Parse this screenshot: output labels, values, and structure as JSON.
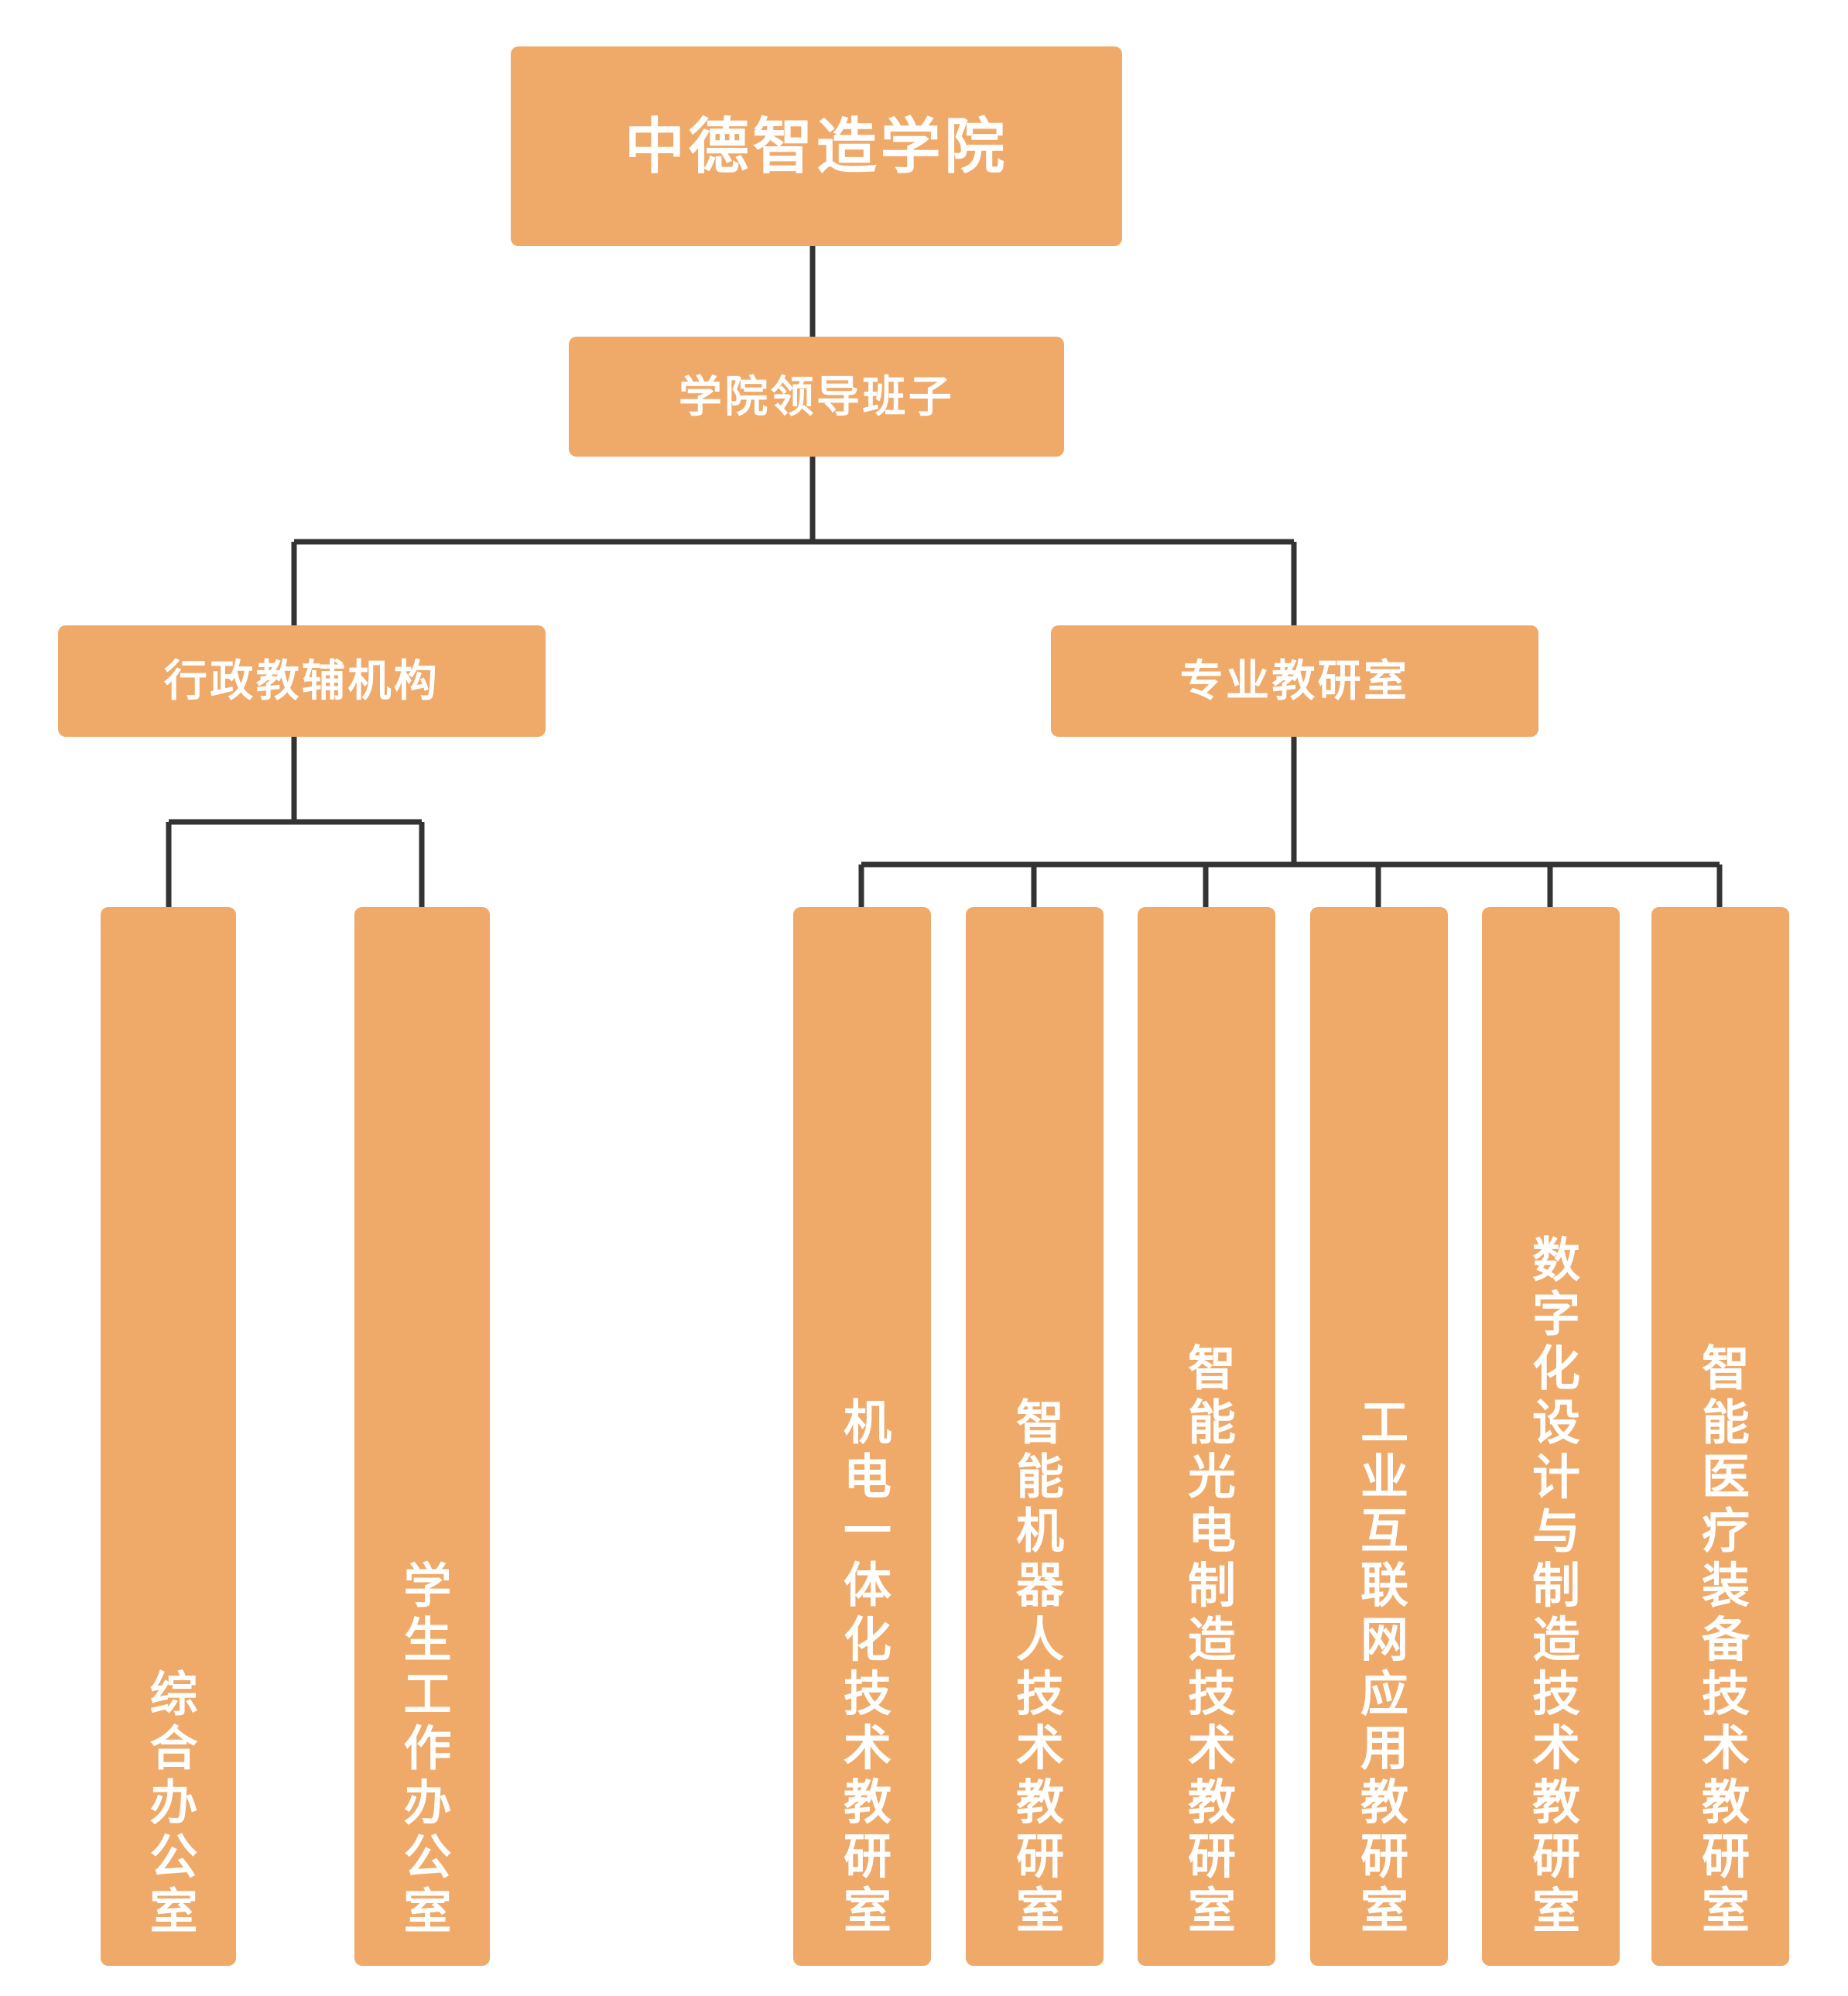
{
  "chart_data": {
    "type": "diagram",
    "diagram_type": "organizational-chart",
    "title": "中德智造学院 组织架构图",
    "orientation": "top-down",
    "node_fill_color": "#efa968",
    "node_text_color": "#ffffff",
    "connector_color": "#333333",
    "background_color": "#ffffff",
    "nodes": [
      {
        "id": "root",
        "label": "中德智造学院",
        "level": 0,
        "parent": null,
        "orientation": "horizontal"
      },
      {
        "id": "leadership",
        "label": "学院领导班子",
        "level": 1,
        "parent": "root",
        "orientation": "horizontal"
      },
      {
        "id": "admin",
        "label": "行政教辅机构",
        "level": 2,
        "parent": "leadership",
        "orientation": "horizontal"
      },
      {
        "id": "academic",
        "label": "专业教研室",
        "level": 2,
        "parent": "leadership",
        "orientation": "horizontal"
      },
      {
        "id": "admin-1",
        "label": "综合办公室",
        "level": 3,
        "parent": "admin",
        "orientation": "vertical"
      },
      {
        "id": "admin-2",
        "label": "学生工作办公室",
        "level": 3,
        "parent": "admin",
        "orientation": "vertical"
      },
      {
        "id": "acad-1",
        "label": "机电一体化技术教研室",
        "level": 3,
        "parent": "academic",
        "orientation": "vertical"
      },
      {
        "id": "acad-2",
        "label": "智能机器人技术教研室",
        "level": 3,
        "parent": "academic",
        "orientation": "vertical"
      },
      {
        "id": "acad-3",
        "label": "智能光电制造技术教研室",
        "level": 3,
        "parent": "academic",
        "orientation": "vertical"
      },
      {
        "id": "acad-4",
        "label": "工业互联网应用教研室",
        "level": 3,
        "parent": "academic",
        "orientation": "vertical"
      },
      {
        "id": "acad-5",
        "label": "数字化设计与制造技术教研室",
        "level": 3,
        "parent": "academic",
        "orientation": "vertical"
      },
      {
        "id": "acad-6",
        "label": "智能医疗装备技术教研室",
        "level": 3,
        "parent": "academic",
        "orientation": "vertical"
      }
    ],
    "edges": [
      {
        "from": "root",
        "to": "leadership"
      },
      {
        "from": "leadership",
        "to": "admin"
      },
      {
        "from": "leadership",
        "to": "academic"
      },
      {
        "from": "admin",
        "to": "admin-1"
      },
      {
        "from": "admin",
        "to": "admin-2"
      },
      {
        "from": "academic",
        "to": "acad-1"
      },
      {
        "from": "academic",
        "to": "acad-2"
      },
      {
        "from": "academic",
        "to": "acad-3"
      },
      {
        "from": "academic",
        "to": "acad-4"
      },
      {
        "from": "academic",
        "to": "acad-5"
      },
      {
        "from": "academic",
        "to": "acad-6"
      }
    ]
  },
  "nodes": {
    "root": {
      "label": "中德智造学院"
    },
    "leadership": {
      "label": "学院领导班子"
    },
    "admin": {
      "label": "行政教辅机构"
    },
    "academic": {
      "label": "专业教研室"
    },
    "admin_1": {
      "label": "综合办公室"
    },
    "admin_2": {
      "label": "学生工作办公室"
    },
    "acad_1": {
      "label": "机电一体化技术教研室"
    },
    "acad_2": {
      "label": "智能机器人技术教研室"
    },
    "acad_3": {
      "label": "智能光电制造技术教研室"
    },
    "acad_4": {
      "label": "工业互联网应用教研室"
    },
    "acad_5": {
      "label": "数字化设计与制造技术教研室"
    },
    "acad_6": {
      "label": "智能医疗装备技术教研室"
    }
  }
}
